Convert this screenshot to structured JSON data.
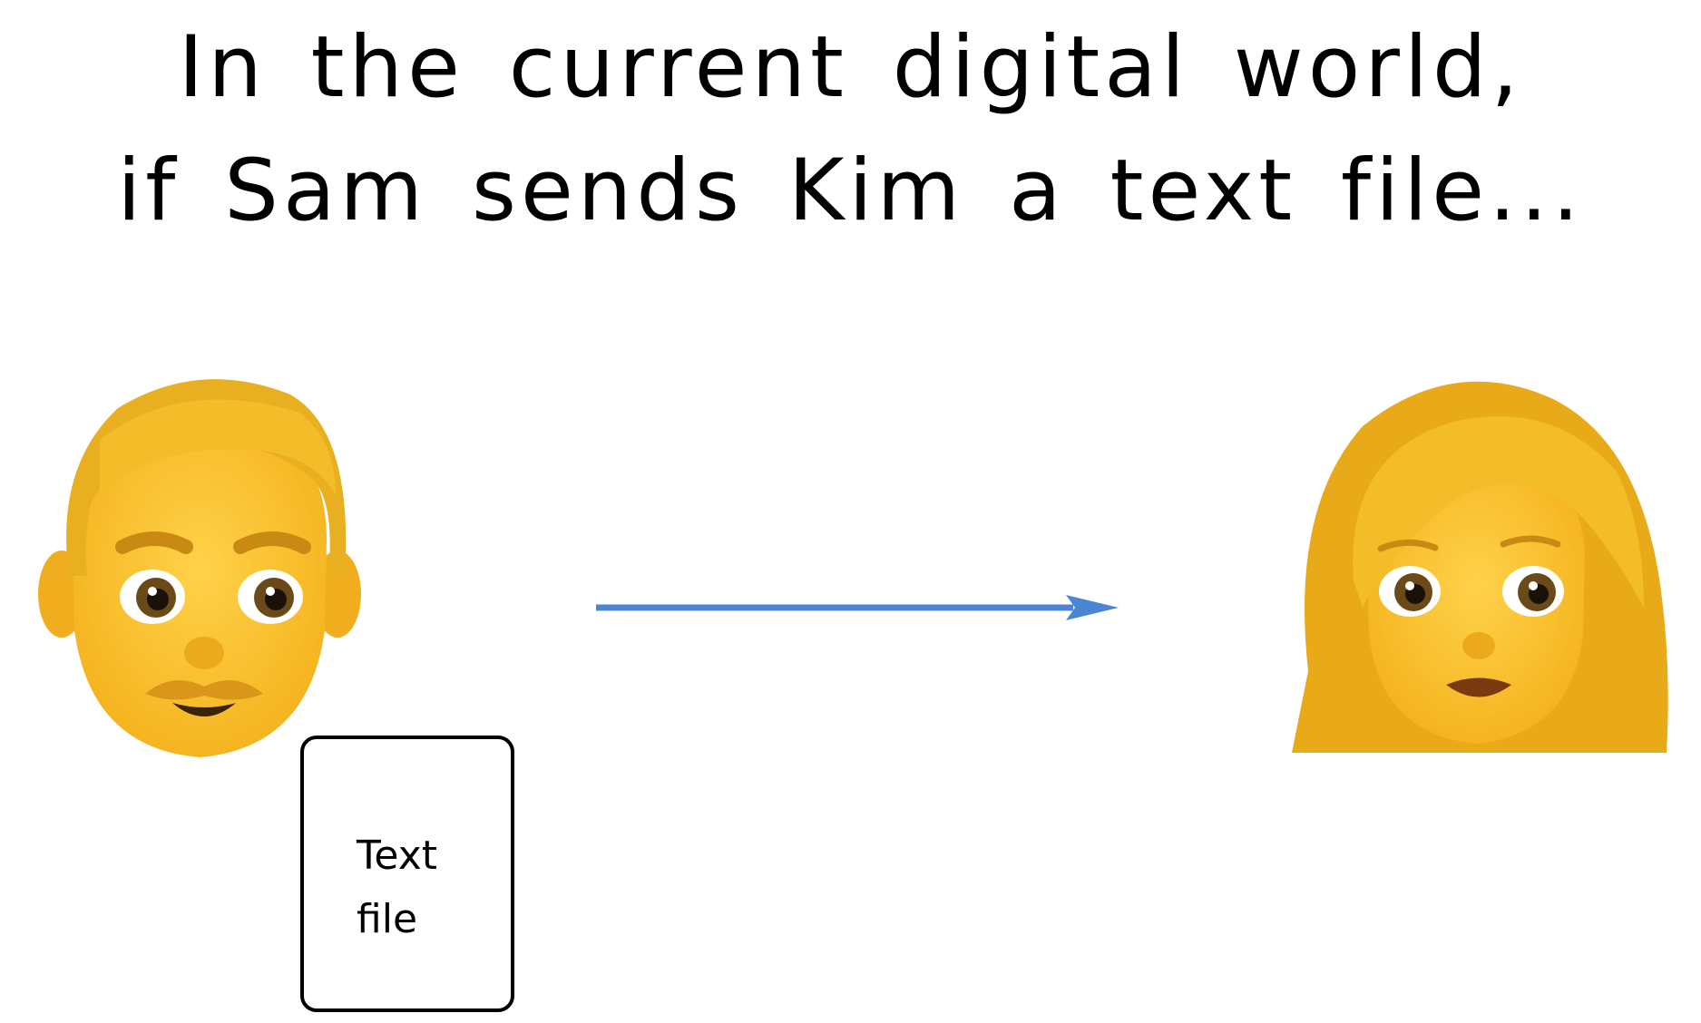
{
  "heading": {
    "line1": "In the current digital world,",
    "line2": "if Sam sends Kim a text file..."
  },
  "file": {
    "label": "Text\nfile"
  },
  "participants": [
    {
      "name": "Sam",
      "icon": "man-emoji-icon"
    },
    {
      "name": "Kim",
      "icon": "woman-emoji-icon"
    }
  ],
  "colors": {
    "arrow": "#4a86d4",
    "skin": "#ffc83d",
    "hair": "#e8b020",
    "text": "#000000"
  }
}
